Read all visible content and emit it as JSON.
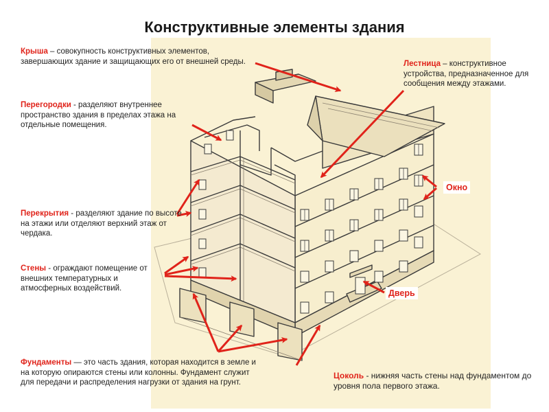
{
  "title": "Конструктивные элементы здания",
  "colors": {
    "accent": "#e0231a",
    "paper": "#faf2d4",
    "ink": "#3a3a3a",
    "text": "#222222"
  },
  "labels": {
    "roof": {
      "term": "Крыша",
      "sep": " – ",
      "text": "совокупность  конструктивных элементов, завершающих здание и защищающих его от внешней среды."
    },
    "partitions": {
      "term": "Перегородки",
      "sep": " - ",
      "text": "разделяют внутреннее пространство здания в пределах этажа на отдельные помещения."
    },
    "floors": {
      "term": "Перекрытия",
      "sep": " - ",
      "text": "разделяют здание по высоте на этажи или отделяют верхний этаж от чердака."
    },
    "walls": {
      "term": "Стены",
      "sep": " - ",
      "text": "ограждают помещение от внешних температурных и атмосферных воздействий."
    },
    "foundation": {
      "term": "Фундаменты",
      "sep": " — ",
      "text": "это часть здания, которая находится в земле и на которую опираются стены или колонны. Фундамент служит для передачи и распределения нагрузки от здания на грунт."
    },
    "stairs": {
      "term": "Лестница",
      "sep": " – ",
      "text": "конструктивное устройства, предназначенное для сообщения между этажами."
    },
    "plinth": {
      "term": "Цоколь",
      "sep": " - ",
      "text": "нижняя часть стены над фундаментом до уровня пола первого этажа."
    },
    "window": "Окно",
    "door": "Дверь"
  },
  "icons": {
    "arrow": "arrowhead-icon",
    "building": "building-illustration"
  }
}
